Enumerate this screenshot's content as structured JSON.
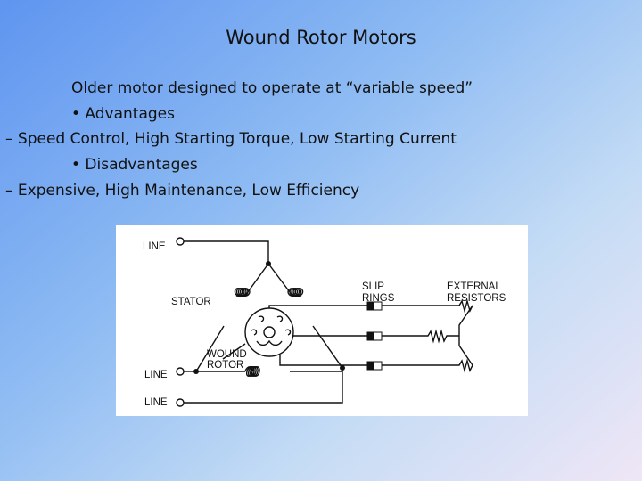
{
  "slide": {
    "title": "Wound Rotor Motors",
    "bullets": [
      "Older motor designed to operate at “variable speed”",
      "• Advantages",
      "– Speed Control, High Starting Torque, Low Starting Current",
      "• Disadvantages",
      "– Expensive, High Maintenance, Low Efficiency"
    ]
  },
  "diagram": {
    "labels": {
      "line_top": "LINE",
      "line_mid": "LINE",
      "line_bottom": "LINE",
      "stator": "STATOR",
      "slip_rings_1": "SLIP",
      "slip_rings_2": "RINGS",
      "external_resistors_1": "EXTERNAL",
      "external_resistors_2": "RESISTORS",
      "wound_rotor_1": "WOUND",
      "wound_rotor_2": "ROTOR"
    }
  }
}
